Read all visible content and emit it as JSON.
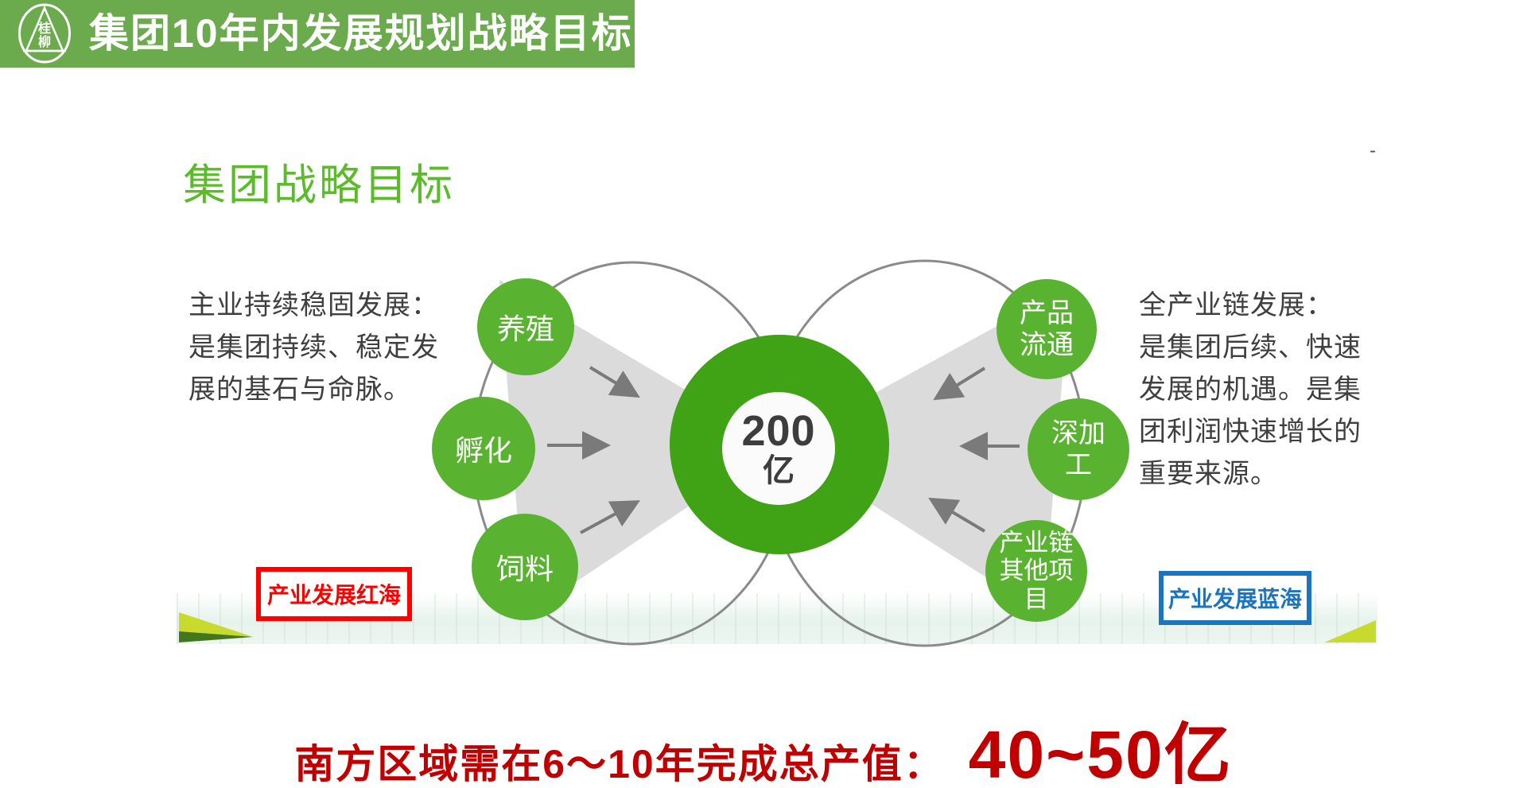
{
  "colors": {
    "banner_green": "#6BAB4D",
    "title_green": "#5CBB2B",
    "bubble_green": "#5AB231",
    "center_green": "#3FA315",
    "beam_gray": "#DBDBDB",
    "circle_outline_gray": "#8A8A8A",
    "arrow_gray": "#7A7A7A",
    "body_text_gray": "#3F3F3F",
    "red_accent": "#FF0000",
    "blue_accent": "#1B74BE",
    "footer_red": "#C00000",
    "wedge_chartreuse": "#C8DA2E",
    "wedge_dark_green": "#44761D"
  },
  "banner": {
    "title": "集团10年内发展规划战略目标",
    "logo": {
      "char_top": "桂",
      "char_bottom": "柳"
    }
  },
  "main": {
    "title": "集团战略目标",
    "corner_mark": "-"
  },
  "diagram": {
    "center": {
      "value": "200",
      "unit": "亿"
    },
    "bubbles": {
      "breeding": "养殖",
      "hatching": "孵化",
      "feed": "饲料",
      "distribution": "产品\n流通",
      "processing": "深加\n工",
      "other_projects": "产业链\n其他项\n目"
    },
    "left_note": "主业持续稳固发展：\n是集团持续、稳定发\n展的基石与命脉。",
    "right_note": "全产业链发展：\n是集团后续、快速\n发展的机遇。是集\n团利润快速增长的\n重要来源。",
    "red_sea_label": "产业发展红海",
    "blue_sea_label": "产业发展蓝海"
  },
  "footer": {
    "statement": "南方区域需在6～10年完成总产值：",
    "value": "40~50亿"
  }
}
